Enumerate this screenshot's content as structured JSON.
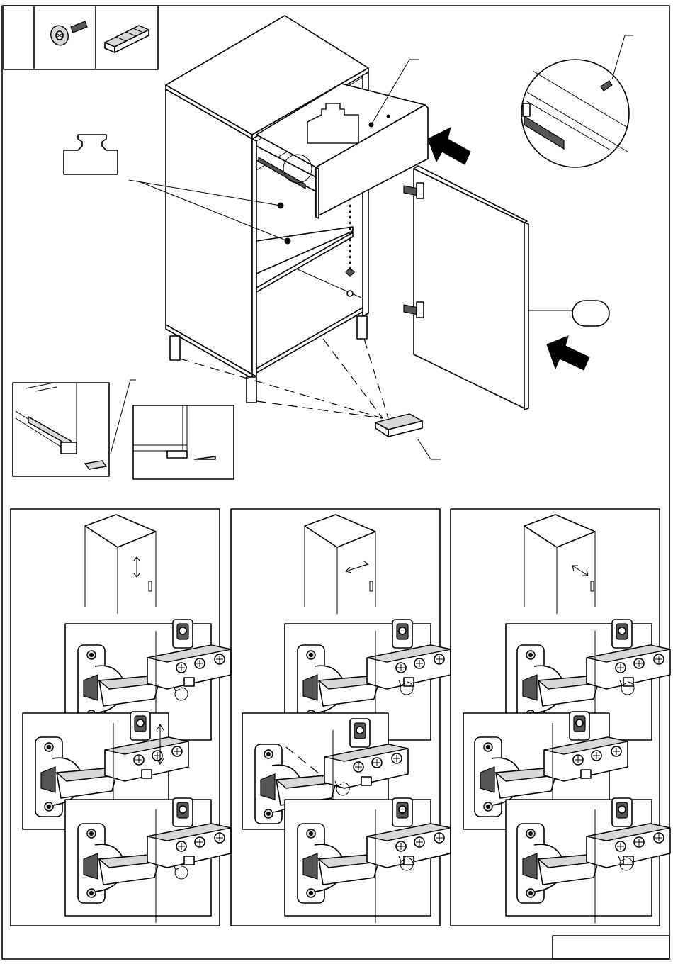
{
  "image": {
    "description_free": true
  },
  "parts_box": {
    "items": [
      {
        "icon": "screw-icon"
      },
      {
        "icon": "leveling-shim-icon"
      }
    ]
  },
  "callouts": {
    "door_label_bubble": "",
    "page_number_box": ""
  },
  "hinge_panels": [
    {
      "motion": "vertical-adjust"
    },
    {
      "motion": "horizontal-adjust"
    },
    {
      "motion": "depth-adjust"
    }
  ],
  "colors": {
    "line": "#000000",
    "fill": "#ffffff",
    "shade": "#d8d8d8"
  }
}
